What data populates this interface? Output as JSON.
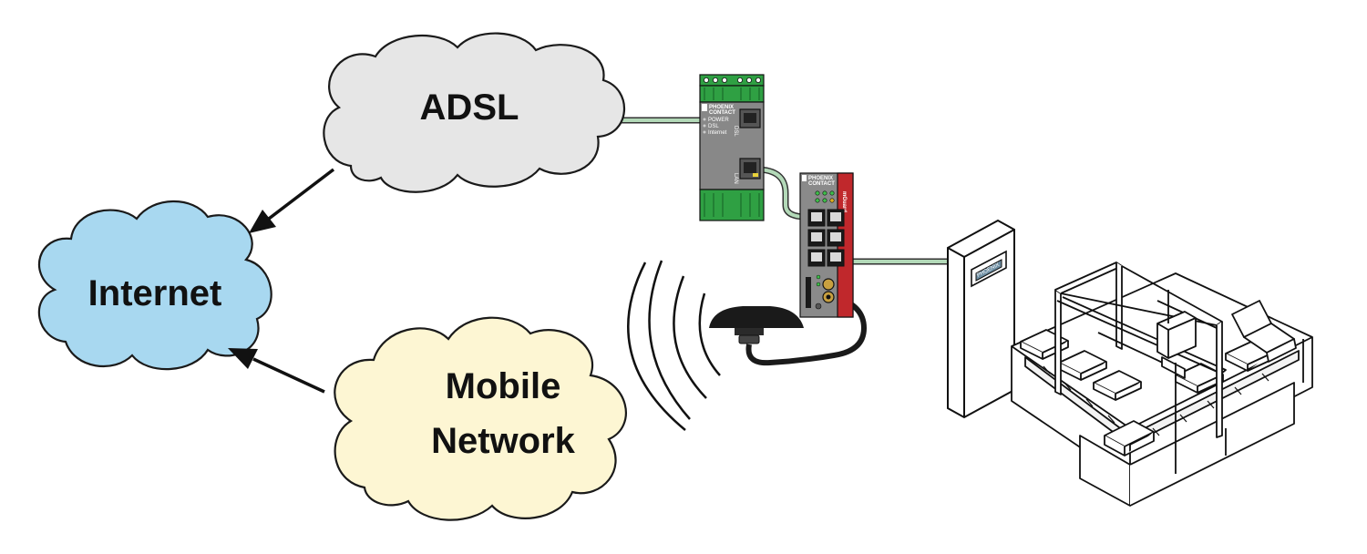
{
  "clouds": {
    "adsl": {
      "label": "ADSL",
      "color": "#e6e6e6"
    },
    "internet": {
      "label": "Internet",
      "color": "#a8d8f0"
    },
    "mobile": {
      "label_line1": "Mobile",
      "label_line2": "Network",
      "color": "#fdf6d3"
    }
  },
  "modem": {
    "brand_line1": "PHOENIX",
    "brand_line2": "CONTACT",
    "led_labels": [
      "POWER",
      "DSL",
      "Internet"
    ],
    "port_labels": [
      "DSL",
      "LAN"
    ],
    "color": "#2fa043"
  },
  "router": {
    "brand_line1": "PHOENIX",
    "brand_line2": "CONTACT",
    "side_label": "mGuard",
    "color": "#c0282c"
  },
  "hmi": {
    "screen_label": "PHOENIX"
  },
  "cable_color": "#b3d9b8"
}
